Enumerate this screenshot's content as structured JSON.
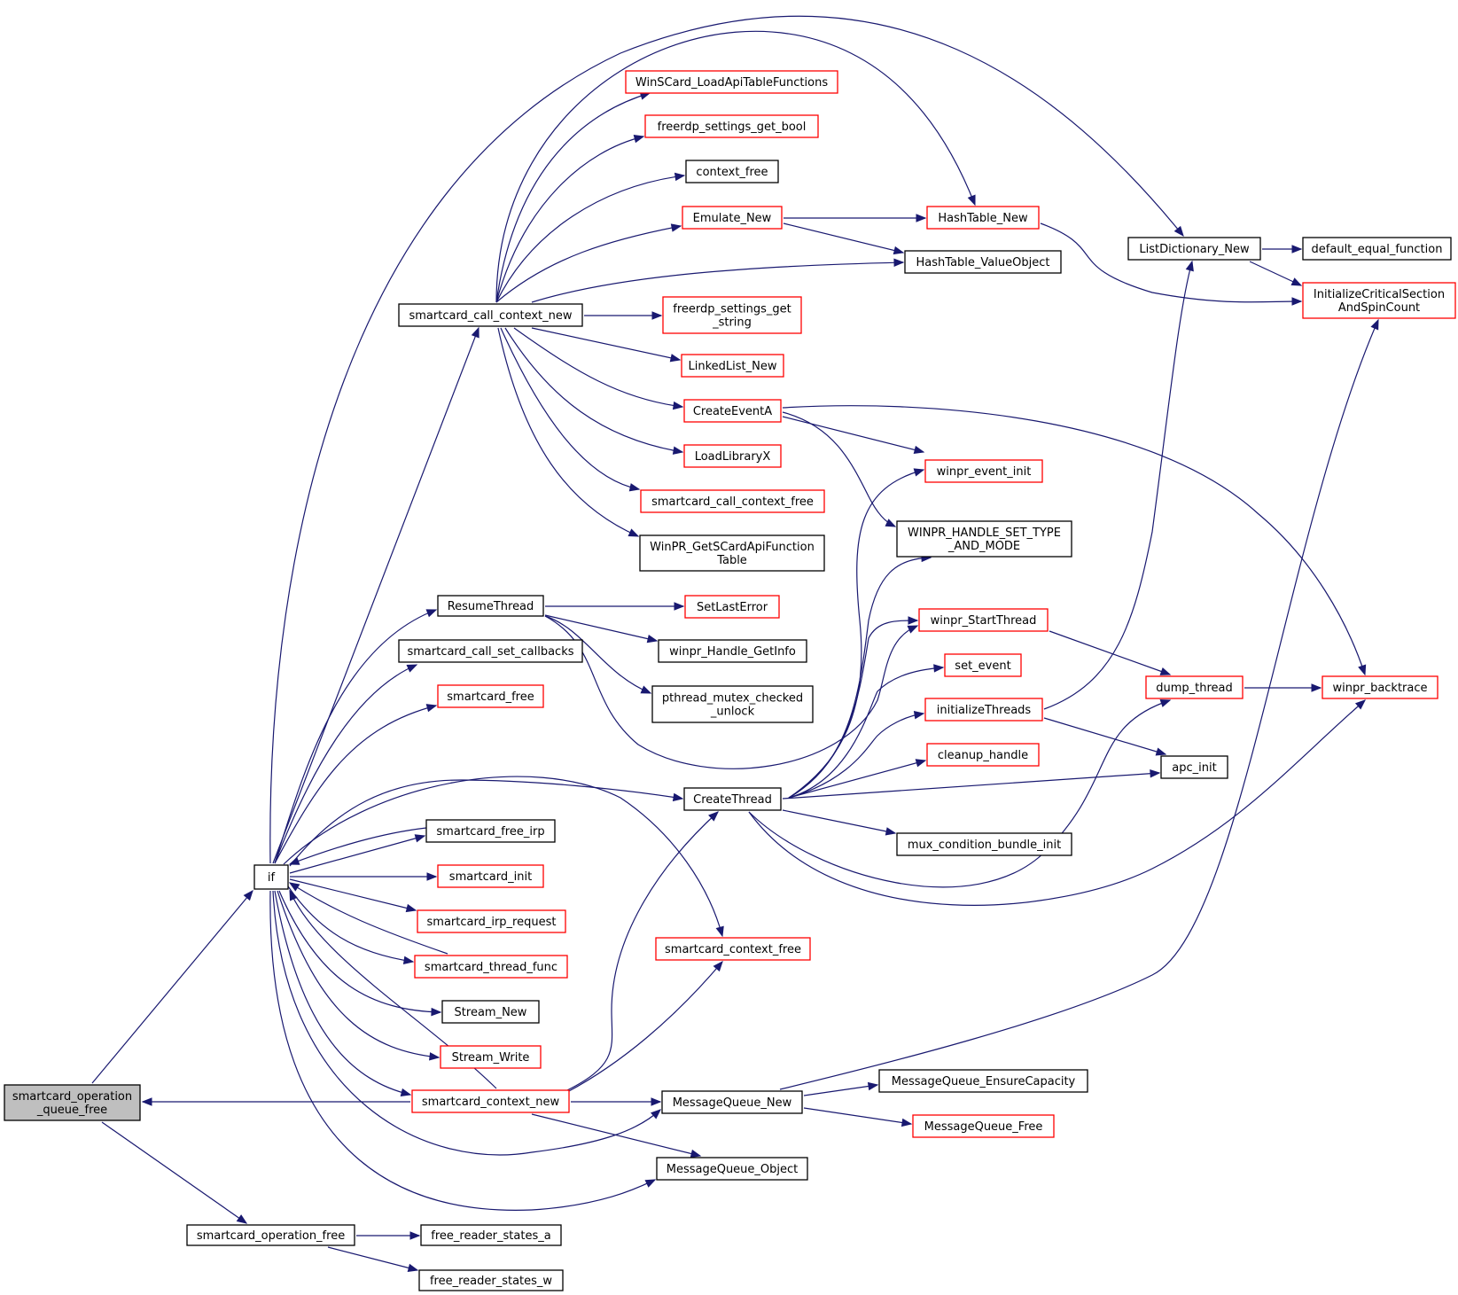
{
  "colors": {
    "edge": "#191970",
    "node_border_default": "#000000",
    "node_border_truncated": "#ff0000",
    "node_fill_default": "#ffffff",
    "node_fill_focus": "#bfbfbf"
  },
  "nodes": [
    {
      "id": "root",
      "lines": [
        "smartcard_operation",
        "_queue_free"
      ],
      "style": "focus"
    },
    {
      "id": "if",
      "lines": [
        "if"
      ],
      "style": "black"
    },
    {
      "id": "opfree",
      "lines": [
        "smartcard_operation_free"
      ],
      "style": "black"
    },
    {
      "id": "frsa",
      "lines": [
        "free_reader_states_a"
      ],
      "style": "black"
    },
    {
      "id": "frsw",
      "lines": [
        "free_reader_states_w"
      ],
      "style": "black"
    },
    {
      "id": "cctxnew",
      "lines": [
        "smartcard_call_context_new"
      ],
      "style": "black"
    },
    {
      "id": "resume",
      "lines": [
        "ResumeThread"
      ],
      "style": "black"
    },
    {
      "id": "setcb",
      "lines": [
        "smartcard_call_set_callbacks"
      ],
      "style": "black"
    },
    {
      "id": "scfree",
      "lines": [
        "smartcard_free"
      ],
      "style": "red"
    },
    {
      "id": "freeirp",
      "lines": [
        "smartcard_free_irp"
      ],
      "style": "black"
    },
    {
      "id": "scinit",
      "lines": [
        "smartcard_init"
      ],
      "style": "red"
    },
    {
      "id": "irpreq",
      "lines": [
        "smartcard_irp_request"
      ],
      "style": "red"
    },
    {
      "id": "thrfunc",
      "lines": [
        "smartcard_thread_func"
      ],
      "style": "red"
    },
    {
      "id": "streamnew",
      "lines": [
        "Stream_New"
      ],
      "style": "black"
    },
    {
      "id": "streamwrite",
      "lines": [
        "Stream_Write"
      ],
      "style": "red"
    },
    {
      "id": "ctxnew",
      "lines": [
        "smartcard_context_new"
      ],
      "style": "red"
    },
    {
      "id": "winscard",
      "lines": [
        "WinSCard_LoadApiTableFunctions"
      ],
      "style": "red"
    },
    {
      "id": "getbool",
      "lines": [
        "freerdp_settings_get_bool"
      ],
      "style": "red"
    },
    {
      "id": "ctxfree",
      "lines": [
        "context_free"
      ],
      "style": "black"
    },
    {
      "id": "emunew",
      "lines": [
        "Emulate_New"
      ],
      "style": "red"
    },
    {
      "id": "getstr",
      "lines": [
        "freerdp_settings_get",
        "_string"
      ],
      "style": "red"
    },
    {
      "id": "llnew",
      "lines": [
        "LinkedList_New"
      ],
      "style": "red"
    },
    {
      "id": "createevent",
      "lines": [
        "CreateEventA"
      ],
      "style": "red"
    },
    {
      "id": "loadlib",
      "lines": [
        "LoadLibraryX"
      ],
      "style": "red"
    },
    {
      "id": "cctxfree",
      "lines": [
        "smartcard_call_context_free"
      ],
      "style": "red"
    },
    {
      "id": "getscard",
      "lines": [
        "WinPR_GetSCardApiFunction",
        "Table"
      ],
      "style": "black"
    },
    {
      "id": "setlasterr",
      "lines": [
        "SetLastError"
      ],
      "style": "red"
    },
    {
      "id": "hgetinfo",
      "lines": [
        "winpr_Handle_GetInfo"
      ],
      "style": "black"
    },
    {
      "id": "pmutex",
      "lines": [
        "pthread_mutex_checked",
        "_unlock"
      ],
      "style": "black"
    },
    {
      "id": "createthread",
      "lines": [
        "CreateThread"
      ],
      "style": "black"
    },
    {
      "id": "scctxfree",
      "lines": [
        "smartcard_context_free"
      ],
      "style": "red"
    },
    {
      "id": "mqnew",
      "lines": [
        "MessageQueue_New"
      ],
      "style": "black"
    },
    {
      "id": "mqobj",
      "lines": [
        "MessageQueue_Object"
      ],
      "style": "black"
    },
    {
      "id": "htnew",
      "lines": [
        "HashTable_New"
      ],
      "style": "red"
    },
    {
      "id": "htvalobj",
      "lines": [
        "HashTable_ValueObject"
      ],
      "style": "black"
    },
    {
      "id": "evinit",
      "lines": [
        "winpr_event_init"
      ],
      "style": "red"
    },
    {
      "id": "hsettype",
      "lines": [
        "WINPR_HANDLE_SET_TYPE",
        "_AND_MODE"
      ],
      "style": "black"
    },
    {
      "id": "startthread",
      "lines": [
        "winpr_StartThread"
      ],
      "style": "red"
    },
    {
      "id": "setevent",
      "lines": [
        "set_event"
      ],
      "style": "red"
    },
    {
      "id": "initthreads",
      "lines": [
        "initializeThreads"
      ],
      "style": "red"
    },
    {
      "id": "cleanup",
      "lines": [
        "cleanup_handle"
      ],
      "style": "red"
    },
    {
      "id": "muxinit",
      "lines": [
        "mux_condition_bundle_init"
      ],
      "style": "black"
    },
    {
      "id": "mqensure",
      "lines": [
        "MessageQueue_EnsureCapacity"
      ],
      "style": "black"
    },
    {
      "id": "mqfree",
      "lines": [
        "MessageQueue_Free"
      ],
      "style": "red"
    },
    {
      "id": "ldnew",
      "lines": [
        "ListDictionary_New"
      ],
      "style": "black"
    },
    {
      "id": "defeq",
      "lines": [
        "default_equal_function"
      ],
      "style": "black"
    },
    {
      "id": "initcs",
      "lines": [
        "InitializeCriticalSection",
        "AndSpinCount"
      ],
      "style": "red"
    },
    {
      "id": "dumpthread",
      "lines": [
        "dump_thread"
      ],
      "style": "red"
    },
    {
      "id": "backtrace",
      "lines": [
        "winpr_backtrace"
      ],
      "style": "red"
    },
    {
      "id": "apcinit",
      "lines": [
        "apc_init"
      ],
      "style": "black"
    }
  ]
}
